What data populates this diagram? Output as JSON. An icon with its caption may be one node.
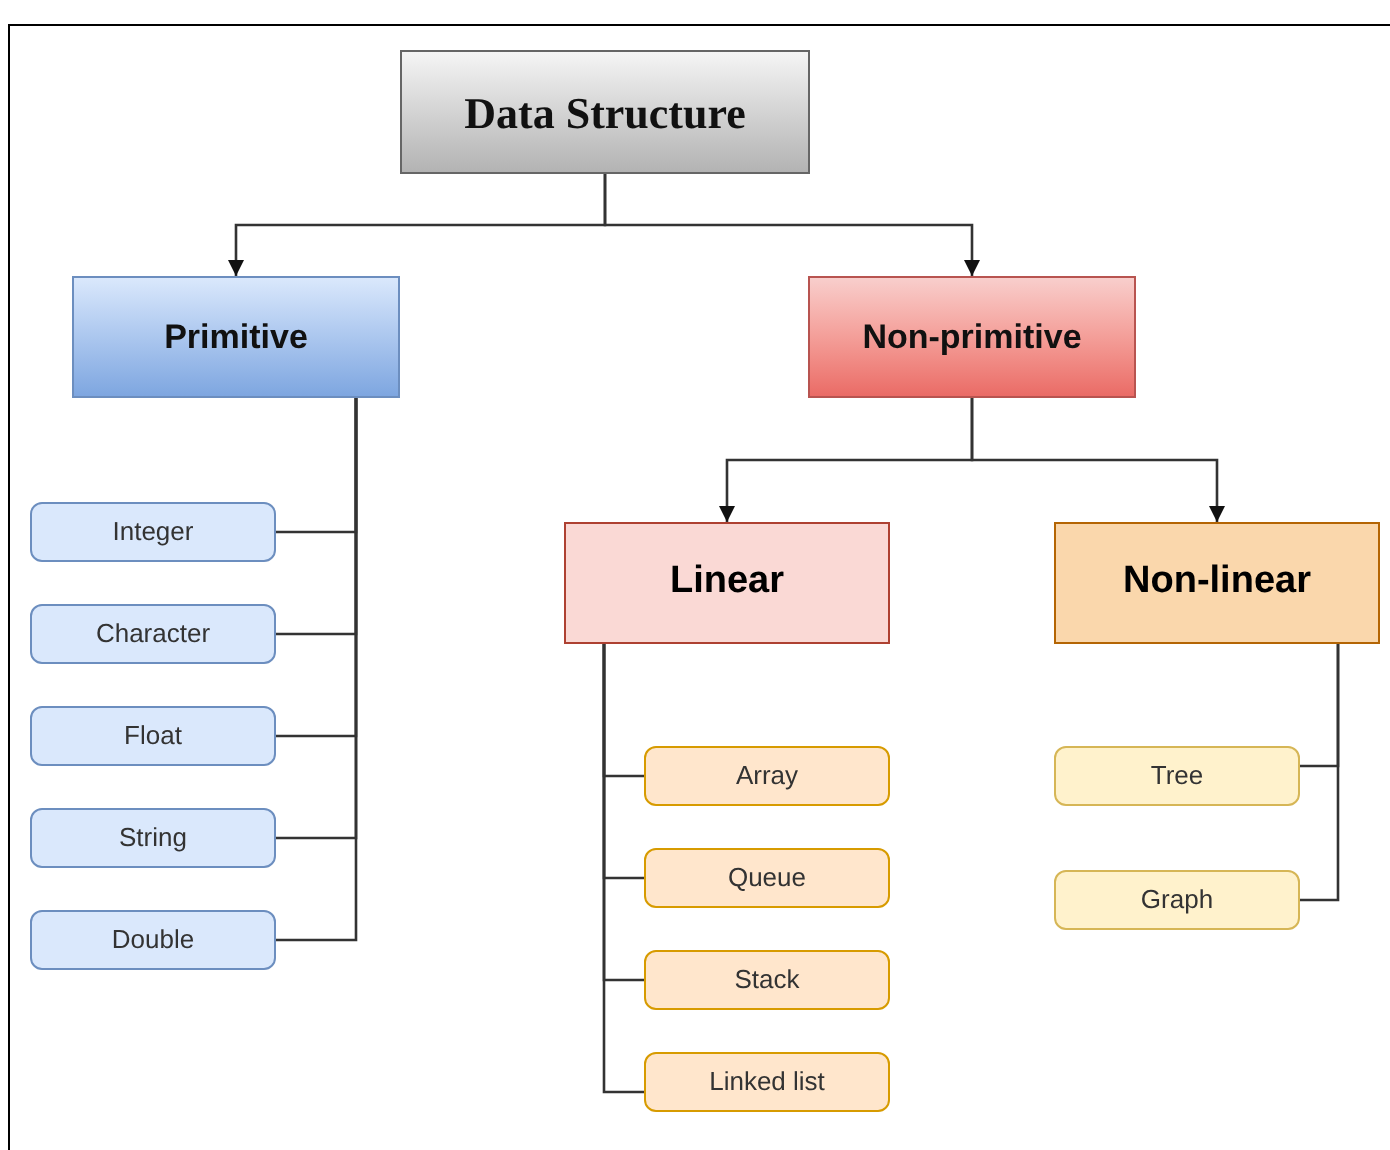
{
  "diagram": {
    "nodes": [
      {
        "text": [
          "Data Structure"
        ]
      },
      {
        "text": [
          "Primitive"
        ]
      },
      {
        "text": [
          "Non-primitive"
        ]
      },
      {
        "text": [
          "Linear"
        ]
      },
      {
        "text": [
          "Non-linear"
        ]
      },
      {
        "text": [
          "Integer"
        ]
      },
      {
        "text": [
          "Character"
        ]
      },
      {
        "text": [
          "Float"
        ]
      },
      {
        "text": [
          "String"
        ]
      },
      {
        "text": [
          "Double"
        ]
      },
      {
        "text": [
          "Array"
        ]
      },
      {
        "text": [
          "Queue"
        ]
      },
      {
        "text": [
          "Stack"
        ]
      },
      {
        "text": [
          "Linked list"
        ]
      },
      {
        "text": [
          "Tree"
        ]
      },
      {
        "text": [
          "Graph"
        ]
      }
    ],
    "edges": [
      {
        "from": 0,
        "to": 1,
        "arrow": "to"
      },
      {
        "from": 0,
        "to": 2,
        "arrow": "to"
      },
      {
        "from": 2,
        "to": 3,
        "arrow": "to"
      },
      {
        "from": 2,
        "to": 4,
        "arrow": "to"
      },
      {
        "from": 1,
        "to": 5,
        "arrow": "none"
      },
      {
        "from": 1,
        "to": 6,
        "arrow": "none"
      },
      {
        "from": 1,
        "to": 7,
        "arrow": "none"
      },
      {
        "from": 1,
        "to": 8,
        "arrow": "none"
      },
      {
        "from": 1,
        "to": 9,
        "arrow": "none"
      },
      {
        "from": 3,
        "to": 10,
        "arrow": "none"
      },
      {
        "from": 3,
        "to": 11,
        "arrow": "none"
      },
      {
        "from": 3,
        "to": 12,
        "arrow": "none"
      },
      {
        "from": 3,
        "to": 13,
        "arrow": "none"
      },
      {
        "from": 4,
        "to": 14,
        "arrow": "none"
      },
      {
        "from": 4,
        "to": 15,
        "arrow": "none"
      }
    ]
  }
}
